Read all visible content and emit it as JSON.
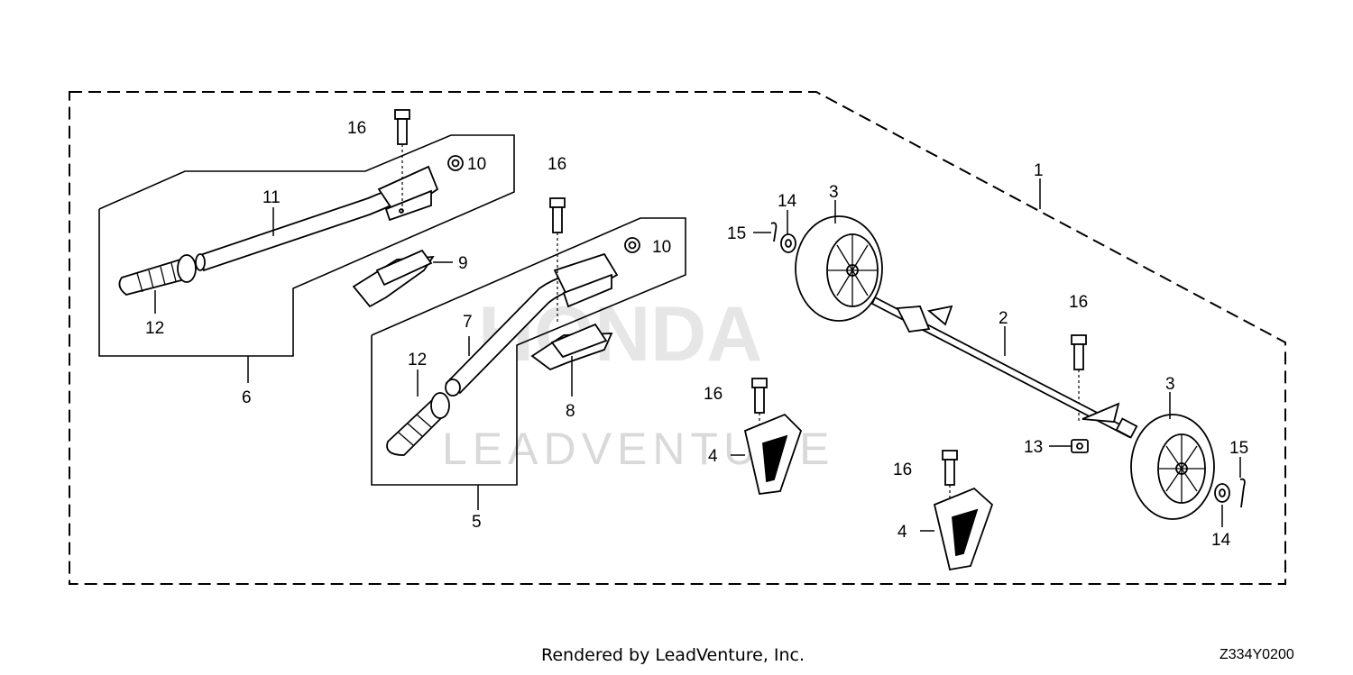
{
  "diagram": {
    "callouts": {
      "c1": "1",
      "c2": "2",
      "c3a": "3",
      "c3b": "3",
      "c4a": "4",
      "c4b": "4",
      "c5": "5",
      "c6": "6",
      "c7": "7",
      "c8": "8",
      "c9": "9",
      "c10a": "10",
      "c10b": "10",
      "c11": "11",
      "c12a": "12",
      "c12b": "12",
      "c13": "13",
      "c14a": "14",
      "c14b": "14",
      "c15a": "15",
      "c15b": "15",
      "c16a": "16",
      "c16b": "16",
      "c16c": "16",
      "c16d": "16",
      "c16e": "16"
    },
    "watermark": {
      "brand": "HONDA",
      "text": "LEADVENTURE"
    }
  },
  "footer": {
    "rendered_by": "Rendered by LeadVenture, Inc.",
    "diagram_code": "Z334Y0200"
  }
}
